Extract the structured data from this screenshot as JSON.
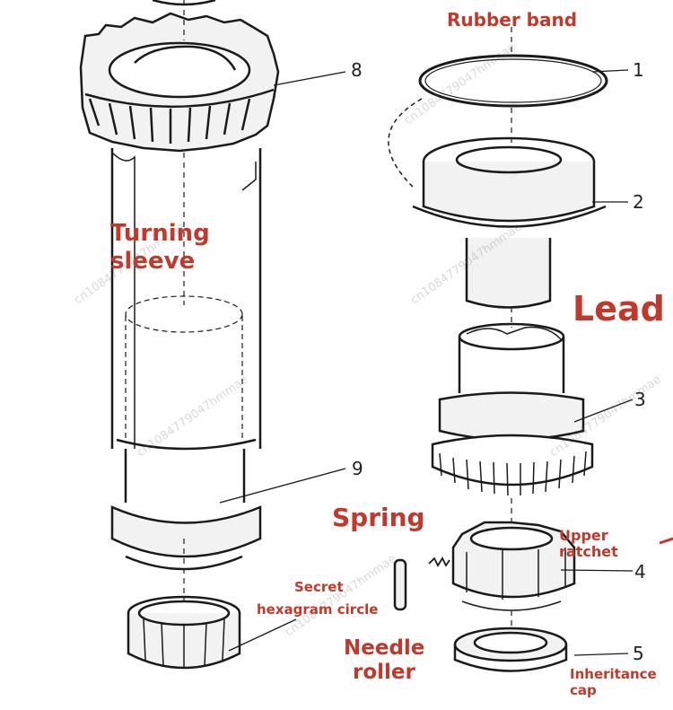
{
  "labels": {
    "rubber_band": "Rubber band",
    "turning_sleeve_1": "Turning",
    "turning_sleeve_2": "sleeve",
    "lead": "Lead",
    "spring": "Spring",
    "upper_ratchet_1": "Upper",
    "upper_ratchet_2": "ratchet",
    "secret_1": "Secret",
    "secret_2": "hexagram circle",
    "needle_1": "Needle",
    "needle_2": "roller",
    "inheritance_1": "Inheritance",
    "inheritance_2": "cap"
  },
  "numbers": {
    "n1": "1",
    "n2": "2",
    "n3": "3",
    "n4": "4",
    "n5": "5",
    "n8": "8",
    "n9": "9"
  },
  "watermark": "cn1084779047hmmae",
  "colors": {
    "label": "#c0392b",
    "ink": "#1a1a1a"
  }
}
